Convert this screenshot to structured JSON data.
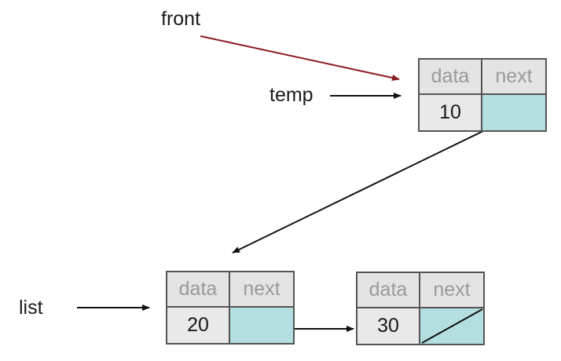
{
  "labels": {
    "front": "front",
    "temp": "temp",
    "list": "list"
  },
  "nodes": [
    {
      "id": "node-10",
      "data_header": "data",
      "next_header": "next",
      "value": "10",
      "next_null": false
    },
    {
      "id": "node-20",
      "data_header": "data",
      "next_header": "next",
      "value": "20",
      "next_null": false
    },
    {
      "id": "node-30",
      "data_header": "data",
      "next_header": "next",
      "value": "30",
      "next_null": true
    }
  ],
  "colors": {
    "front_arrow": "#8b1a22",
    "arrow": "#111111",
    "next_cell": "#b3dfe0",
    "cell": "#e9e9e9",
    "header_text": "#9a9a9a"
  }
}
